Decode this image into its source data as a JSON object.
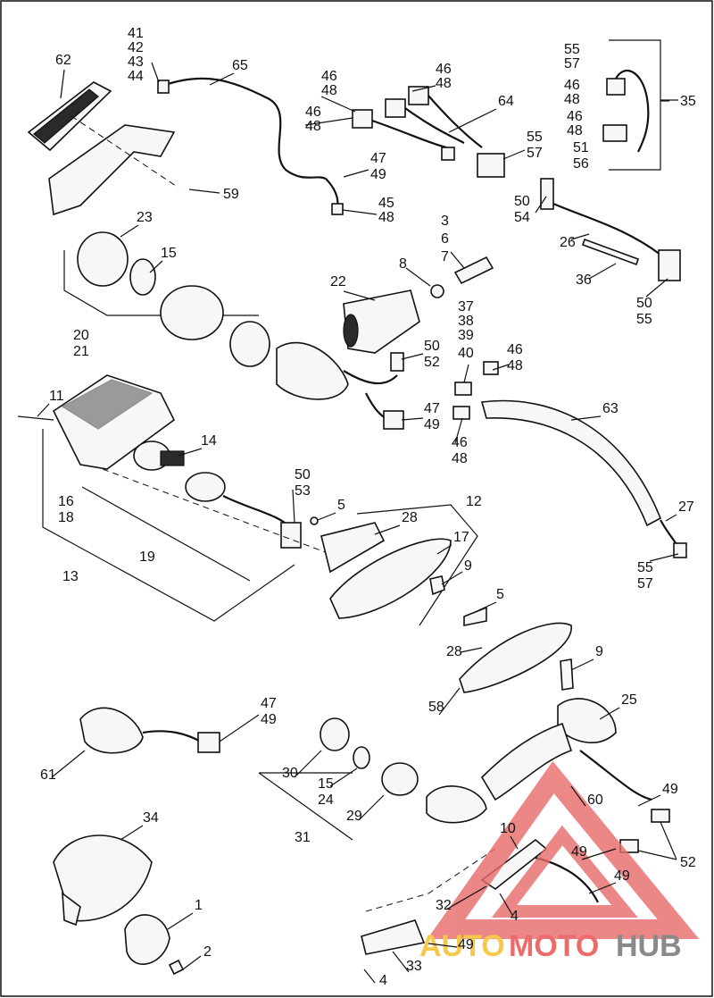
{
  "callouts": [
    {
      "id": "c62",
      "text": "62"
    },
    {
      "id": "c41",
      "text": "41"
    },
    {
      "id": "c42",
      "text": "42"
    },
    {
      "id": "c43",
      "text": "43"
    },
    {
      "id": "c44",
      "text": "44"
    },
    {
      "id": "c65",
      "text": "65"
    },
    {
      "id": "c59",
      "text": "59"
    },
    {
      "id": "c46a",
      "text": "46"
    },
    {
      "id": "c48a",
      "text": "48"
    },
    {
      "id": "c46b",
      "text": "46"
    },
    {
      "id": "c48b",
      "text": "48"
    },
    {
      "id": "c46c",
      "text": "46"
    },
    {
      "id": "c48c",
      "text": "48"
    },
    {
      "id": "c64",
      "text": "64"
    },
    {
      "id": "c55a",
      "text": "55"
    },
    {
      "id": "c57a",
      "text": "57"
    },
    {
      "id": "c47a",
      "text": "47"
    },
    {
      "id": "c49a",
      "text": "49"
    },
    {
      "id": "c45",
      "text": "45"
    },
    {
      "id": "c48d",
      "text": "48"
    },
    {
      "id": "c55b",
      "text": "55"
    },
    {
      "id": "c57b",
      "text": "57"
    },
    {
      "id": "c46d",
      "text": "46"
    },
    {
      "id": "c48e",
      "text": "48"
    },
    {
      "id": "c46e",
      "text": "46"
    },
    {
      "id": "c48f",
      "text": "48"
    },
    {
      "id": "c51",
      "text": "51"
    },
    {
      "id": "c56",
      "text": "56"
    },
    {
      "id": "c35",
      "text": "35"
    },
    {
      "id": "c50a",
      "text": "50"
    },
    {
      "id": "c54",
      "text": "54"
    },
    {
      "id": "c26",
      "text": "26"
    },
    {
      "id": "c36",
      "text": "36"
    },
    {
      "id": "c50b",
      "text": "50"
    },
    {
      "id": "c55c",
      "text": "55"
    },
    {
      "id": "c23",
      "text": "23"
    },
    {
      "id": "c15a",
      "text": "15"
    },
    {
      "id": "c3",
      "text": "3"
    },
    {
      "id": "c6",
      "text": "6"
    },
    {
      "id": "c7",
      "text": "7"
    },
    {
      "id": "c8",
      "text": "8"
    },
    {
      "id": "c22",
      "text": "22"
    },
    {
      "id": "c20",
      "text": "20"
    },
    {
      "id": "c21",
      "text": "21"
    },
    {
      "id": "c50c",
      "text": "50"
    },
    {
      "id": "c52a",
      "text": "52"
    },
    {
      "id": "c37",
      "text": "37"
    },
    {
      "id": "c38",
      "text": "38"
    },
    {
      "id": "c39",
      "text": "39"
    },
    {
      "id": "c40",
      "text": "40"
    },
    {
      "id": "c46f",
      "text": "46"
    },
    {
      "id": "c48g",
      "text": "48"
    },
    {
      "id": "c11",
      "text": "11"
    },
    {
      "id": "c47b",
      "text": "47"
    },
    {
      "id": "c49b",
      "text": "49"
    },
    {
      "id": "c63",
      "text": "63"
    },
    {
      "id": "c46g",
      "text": "46"
    },
    {
      "id": "c48h",
      "text": "48"
    },
    {
      "id": "c14",
      "text": "14"
    },
    {
      "id": "c16",
      "text": "16"
    },
    {
      "id": "c18",
      "text": "18"
    },
    {
      "id": "c50d",
      "text": "50"
    },
    {
      "id": "c53",
      "text": "53"
    },
    {
      "id": "c5a",
      "text": "5"
    },
    {
      "id": "c12",
      "text": "12"
    },
    {
      "id": "c28a",
      "text": "28"
    },
    {
      "id": "c17",
      "text": "17"
    },
    {
      "id": "c27",
      "text": "27"
    },
    {
      "id": "c19",
      "text": "19"
    },
    {
      "id": "c13",
      "text": "13"
    },
    {
      "id": "c9a",
      "text": "9"
    },
    {
      "id": "c55d",
      "text": "55"
    },
    {
      "id": "c57c",
      "text": "57"
    },
    {
      "id": "c5b",
      "text": "5"
    },
    {
      "id": "c28b",
      "text": "28"
    },
    {
      "id": "c9b",
      "text": "9"
    },
    {
      "id": "c58",
      "text": "58"
    },
    {
      "id": "c47c",
      "text": "47"
    },
    {
      "id": "c49c",
      "text": "49"
    },
    {
      "id": "c25",
      "text": "25"
    },
    {
      "id": "c61",
      "text": "61"
    },
    {
      "id": "c30",
      "text": "30"
    },
    {
      "id": "c15b",
      "text": "15"
    },
    {
      "id": "c24",
      "text": "24"
    },
    {
      "id": "c60",
      "text": "60"
    },
    {
      "id": "c49d",
      "text": "49"
    },
    {
      "id": "c29",
      "text": "29"
    },
    {
      "id": "c31",
      "text": "31"
    },
    {
      "id": "c34",
      "text": "34"
    },
    {
      "id": "c10",
      "text": "10"
    },
    {
      "id": "c49e",
      "text": "49"
    },
    {
      "id": "c52b",
      "text": "52"
    },
    {
      "id": "c49f",
      "text": "49"
    },
    {
      "id": "c32",
      "text": "32"
    },
    {
      "id": "c4a",
      "text": "4"
    },
    {
      "id": "c1",
      "text": "1"
    },
    {
      "id": "c2",
      "text": "2"
    },
    {
      "id": "c49g",
      "text": "49"
    },
    {
      "id": "c33",
      "text": "33"
    },
    {
      "id": "c4b",
      "text": "4"
    }
  ],
  "watermark": {
    "auto": "AUTO",
    "moto": "MOTO",
    "hub": "HUB",
    "colors": {
      "auto": "#f6c94c",
      "moto": "#ec6b6b",
      "hub": "#8a8a8a",
      "triangle": "#e86a6a"
    }
  }
}
